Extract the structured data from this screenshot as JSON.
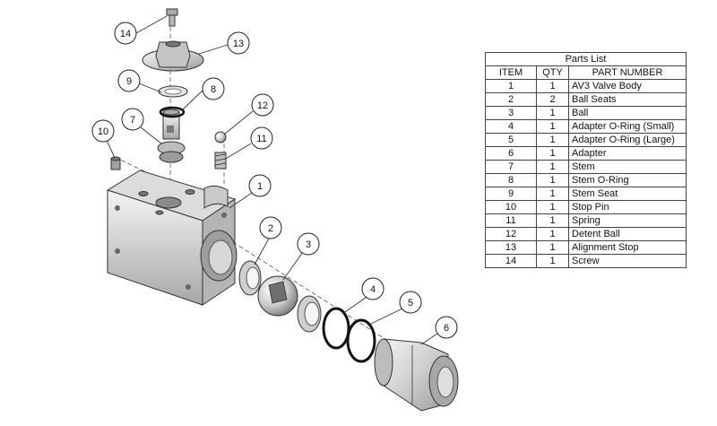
{
  "parts_list": {
    "title": "Parts List",
    "headers": {
      "item": "ITEM",
      "qty": "QTY",
      "part_number": "PART NUMBER"
    },
    "rows": [
      {
        "item": "1",
        "qty": "1",
        "part": "AV3 Valve Body"
      },
      {
        "item": "2",
        "qty": "2",
        "part": "Ball Seats"
      },
      {
        "item": "3",
        "qty": "1",
        "part": "Ball"
      },
      {
        "item": "4",
        "qty": "1",
        "part": "Adapter O-Ring (Small)"
      },
      {
        "item": "5",
        "qty": "1",
        "part": "Adapter O-Ring (Large)"
      },
      {
        "item": "6",
        "qty": "1",
        "part": "Adapter"
      },
      {
        "item": "7",
        "qty": "1",
        "part": "Stem"
      },
      {
        "item": "8",
        "qty": "1",
        "part": "Stem O-Ring"
      },
      {
        "item": "9",
        "qty": "1",
        "part": "Stem Seat"
      },
      {
        "item": "10",
        "qty": "1",
        "part": "Stop Pin"
      },
      {
        "item": "11",
        "qty": "1",
        "part": "Spring"
      },
      {
        "item": "12",
        "qty": "1",
        "part": "Detent Ball"
      },
      {
        "item": "13",
        "qty": "1",
        "part": "Alignment Stop"
      },
      {
        "item": "14",
        "qty": "1",
        "part": "Screw"
      }
    ]
  },
  "callouts": [
    "1",
    "2",
    "3",
    "4",
    "5",
    "6",
    "7",
    "8",
    "9",
    "10",
    "11",
    "12",
    "13",
    "14"
  ],
  "colors": {
    "metal_light": "#e4e4e4",
    "metal_mid": "#bdbdbd",
    "metal_dark": "#8a8a8a",
    "outline": "#333333",
    "oring": "#111111"
  }
}
